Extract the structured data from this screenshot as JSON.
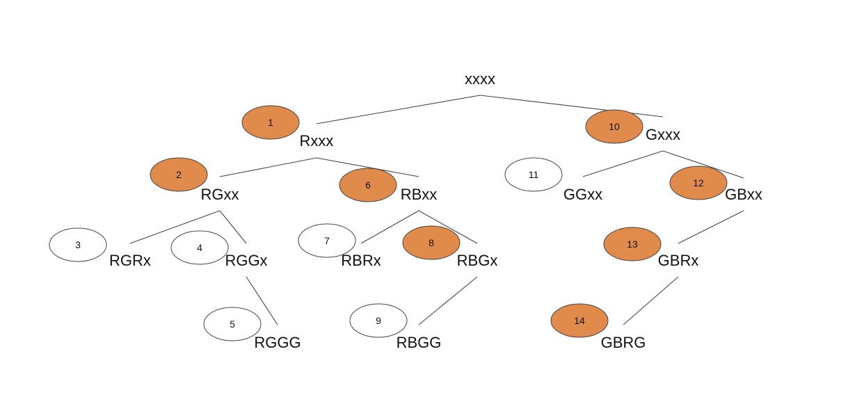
{
  "colors": {
    "filled": "#E08A4C",
    "unfilled": "#FFFFFF",
    "stroke": "#444444",
    "line": "#444444"
  },
  "nodes": [
    {
      "id": "root",
      "label": "xxxx"
    },
    {
      "id": "Rxxx",
      "label": "Rxxx"
    },
    {
      "id": "Gxxx",
      "label": "Gxxx"
    },
    {
      "id": "RGxx",
      "label": "RGxx"
    },
    {
      "id": "RBxx",
      "label": "RBxx"
    },
    {
      "id": "GGxx",
      "label": "GGxx"
    },
    {
      "id": "GBxx",
      "label": "GBxx"
    },
    {
      "id": "RGRx",
      "label": "RGRx"
    },
    {
      "id": "RGGx",
      "label": "RGGx"
    },
    {
      "id": "RBRx",
      "label": "RBRx"
    },
    {
      "id": "RBGx",
      "label": "RBGx"
    },
    {
      "id": "GBRx",
      "label": "GBRx"
    },
    {
      "id": "RGGG",
      "label": "RGGG"
    },
    {
      "id": "RBGG",
      "label": "RBGG"
    },
    {
      "id": "GBRG",
      "label": "GBRG"
    }
  ],
  "edges": [
    {
      "from": "root",
      "to": "Rxxx"
    },
    {
      "from": "root",
      "to": "Gxxx"
    },
    {
      "from": "Rxxx",
      "to": "RGxx"
    },
    {
      "from": "Rxxx",
      "to": "RBxx"
    },
    {
      "from": "Gxxx",
      "to": "GGxx"
    },
    {
      "from": "Gxxx",
      "to": "GBxx"
    },
    {
      "from": "RGxx",
      "to": "RGRx"
    },
    {
      "from": "RGxx",
      "to": "RGGx"
    },
    {
      "from": "RBxx",
      "to": "RBRx"
    },
    {
      "from": "RBxx",
      "to": "RBGx"
    },
    {
      "from": "GBxx",
      "to": "GBRx"
    },
    {
      "from": "RGGx",
      "to": "RGGG"
    },
    {
      "from": "RBGx",
      "to": "RBGG"
    },
    {
      "from": "GBRx",
      "to": "GBRG"
    }
  ],
  "visit_markers": [
    {
      "number": "1",
      "node": "Rxxx",
      "filled": true
    },
    {
      "number": "2",
      "node": "RGxx",
      "filled": true
    },
    {
      "number": "3",
      "node": "RGRx",
      "filled": false
    },
    {
      "number": "4",
      "node": "RGGx",
      "filled": false
    },
    {
      "number": "5",
      "node": "RGGG",
      "filled": false
    },
    {
      "number": "6",
      "node": "RBxx",
      "filled": true
    },
    {
      "number": "7",
      "node": "RBRx",
      "filled": false
    },
    {
      "number": "8",
      "node": "RBGx",
      "filled": true
    },
    {
      "number": "9",
      "node": "RBGG",
      "filled": false
    },
    {
      "number": "10",
      "node": "Gxxx",
      "filled": true
    },
    {
      "number": "11",
      "node": "GGxx",
      "filled": false
    },
    {
      "number": "12",
      "node": "GBxx",
      "filled": true
    },
    {
      "number": "13",
      "node": "GBRx",
      "filled": true
    },
    {
      "number": "14",
      "node": "GBRG",
      "filled": true
    }
  ]
}
